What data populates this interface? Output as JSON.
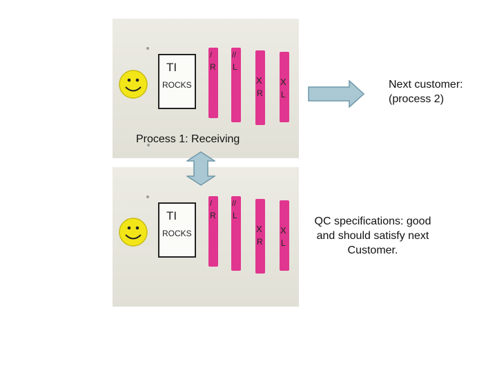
{
  "photos": [
    {
      "id": "top",
      "card_lines": [
        "TI",
        "ROCKS"
      ],
      "strips": [
        {
          "marks": [
            "/",
            "R"
          ]
        },
        {
          "marks": [
            "//",
            "L"
          ]
        },
        {
          "marks": [
            "X",
            "R"
          ]
        },
        {
          "marks": [
            "X",
            "L"
          ]
        }
      ]
    },
    {
      "id": "bottom",
      "card_lines": [
        "TI",
        "ROCKS"
      ],
      "strips": [
        {
          "marks": [
            "/",
            "R"
          ]
        },
        {
          "marks": [
            "//",
            "L"
          ]
        },
        {
          "marks": [
            "X",
            "R"
          ]
        },
        {
          "marks": [
            "X",
            "L"
          ]
        }
      ]
    }
  ],
  "labels": {
    "process1": "Process 1: Receiving",
    "next_customer_line1": "Next customer:",
    "next_customer_line2": "(process 2)",
    "qc_line1": "QC specifications: good",
    "qc_line2": "and should satisfy next",
    "qc_line3": "Customer."
  },
  "colors": {
    "arrow_fill": "#a9c8d4",
    "arrow_stroke": "#6f97a8",
    "strip": "#e0368f",
    "smiley": "#f2e619"
  },
  "icons": {
    "right_arrow": "right-block-arrow",
    "updown_arrow": "up-down-block-arrow",
    "smiley": "smiley-face-icon"
  }
}
